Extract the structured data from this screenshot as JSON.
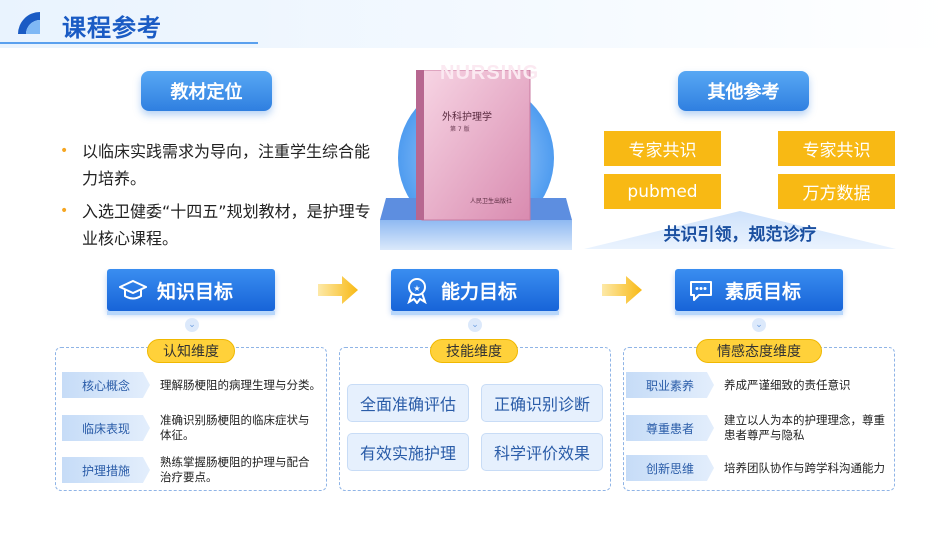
{
  "header": {
    "title": "课程参考"
  },
  "positioning": {
    "label": "教材定位",
    "bullets": [
      "以临床实践需求为导向，注重学生综合能力培养。",
      "入选卫健委“十四五”规划教材，是护理专业核心课程。"
    ]
  },
  "book": {
    "cover_word": "NURSING",
    "title": "外科护理学",
    "edition": "第 7 版",
    "publisher": "人民卫生出版社"
  },
  "references": {
    "label": "其他参考",
    "tags": [
      "专家共识",
      "专家共识",
      "pubmed",
      "万方数据"
    ],
    "banner": "共识引领，规范诊疗"
  },
  "goals": [
    {
      "label": "知识目标",
      "icon": "graduation-cap-icon"
    },
    {
      "label": "能力目标",
      "icon": "award-badge-icon"
    },
    {
      "label": "素质目标",
      "icon": "chat-bubble-icon"
    }
  ],
  "knowledge": {
    "label": "认知维度",
    "rows": [
      {
        "tag": "核心概念",
        "text": "理解肠梗阻的病理生理与分类。"
      },
      {
        "tag": "临床表现",
        "text": "准确识别肠梗阻的临床症状与体征。"
      },
      {
        "tag": "护理措施",
        "text": "熟练掌握肠梗阻的护理与配合治疗要点。"
      }
    ]
  },
  "ability": {
    "label": "技能维度",
    "items": [
      "全面准确评估",
      "正确识别诊断",
      "有效实施护理",
      "科学评价效果"
    ]
  },
  "quality": {
    "label": "情感态度维度",
    "rows": [
      {
        "tag": "职业素养",
        "text": "养成严谨细致的责任意识"
      },
      {
        "tag": "尊重患者",
        "text": "建立以人为本的护理理念，尊重患者尊严与隐私"
      },
      {
        "tag": "创新思维",
        "text": "培养团队协作与跨学科沟通能力"
      }
    ]
  },
  "colors": {
    "primary": "#1a5bc4",
    "accent": "#f8b914",
    "label": "#ffd13a"
  }
}
